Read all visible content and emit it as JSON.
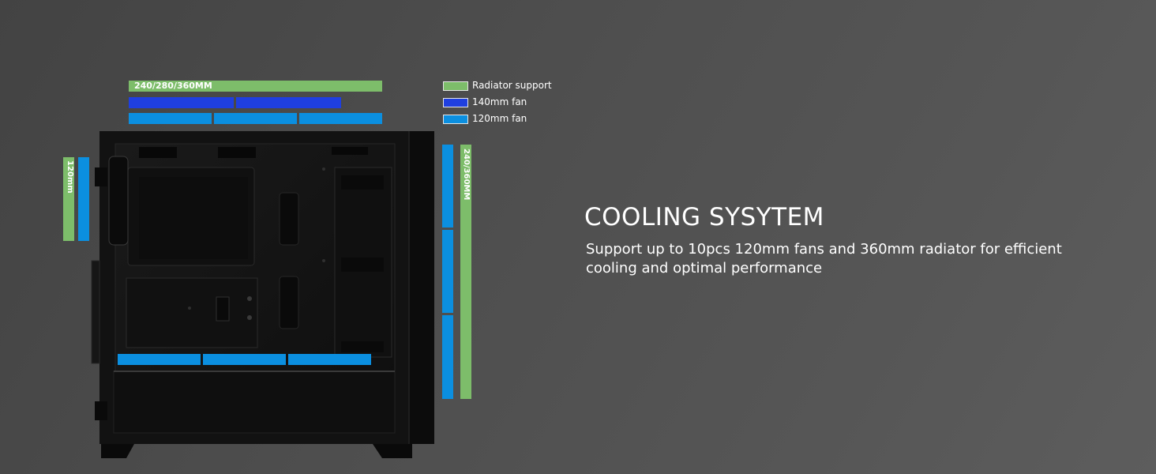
{
  "legend": [
    {
      "label": "Radiator support",
      "color": "#7dbd6a"
    },
    {
      "label": "140mm fan",
      "color": "#1f3fe0"
    },
    {
      "label": "120mm fan",
      "color": "#0b8fe0"
    }
  ],
  "dimension_labels": {
    "top_radiator": "240/280/360MM",
    "rear_fan": "120mm",
    "front_radiator": "240/360MM"
  },
  "heading": {
    "title": "COOLING SYSYTEM",
    "description": "Support up to 10pcs 120mm fans and 360mm radiator for efficient cooling and optimal performance"
  },
  "colors": {
    "radiator": "#7dbd6a",
    "fan_140": "#1f3fe0",
    "fan_120": "#0b8fe0",
    "case_body": "#151515",
    "background": "#4a4a4a"
  }
}
